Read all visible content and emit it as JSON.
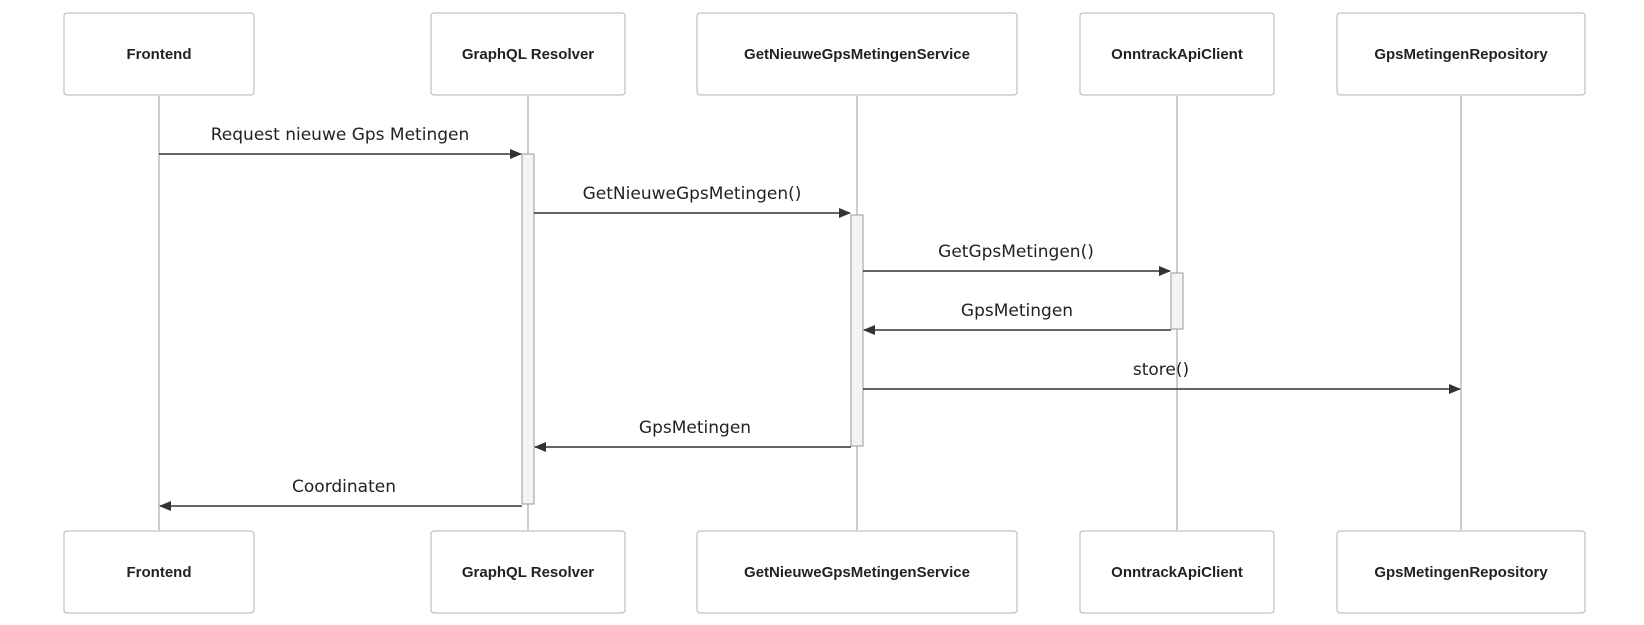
{
  "participants": [
    {
      "id": "frontend",
      "label": "Frontend"
    },
    {
      "id": "graphql",
      "label": "GraphQL Resolver"
    },
    {
      "id": "service",
      "label": "GetNieuweGpsMetingenService"
    },
    {
      "id": "client",
      "label": "OnntrackApiClient"
    },
    {
      "id": "repo",
      "label": "GpsMetingenRepository"
    }
  ],
  "messages": [
    {
      "from": "frontend",
      "to": "graphql",
      "label": "Request nieuwe Gps Metingen"
    },
    {
      "from": "graphql",
      "to": "service",
      "label": "GetNieuweGpsMetingen()"
    },
    {
      "from": "service",
      "to": "client",
      "label": "GetGpsMetingen()"
    },
    {
      "from": "client",
      "to": "service",
      "label": "GpsMetingen"
    },
    {
      "from": "service",
      "to": "repo",
      "label": "store()"
    },
    {
      "from": "service",
      "to": "graphql",
      "label": "GpsMetingen"
    },
    {
      "from": "graphql",
      "to": "frontend",
      "label": "Coordinaten"
    }
  ]
}
